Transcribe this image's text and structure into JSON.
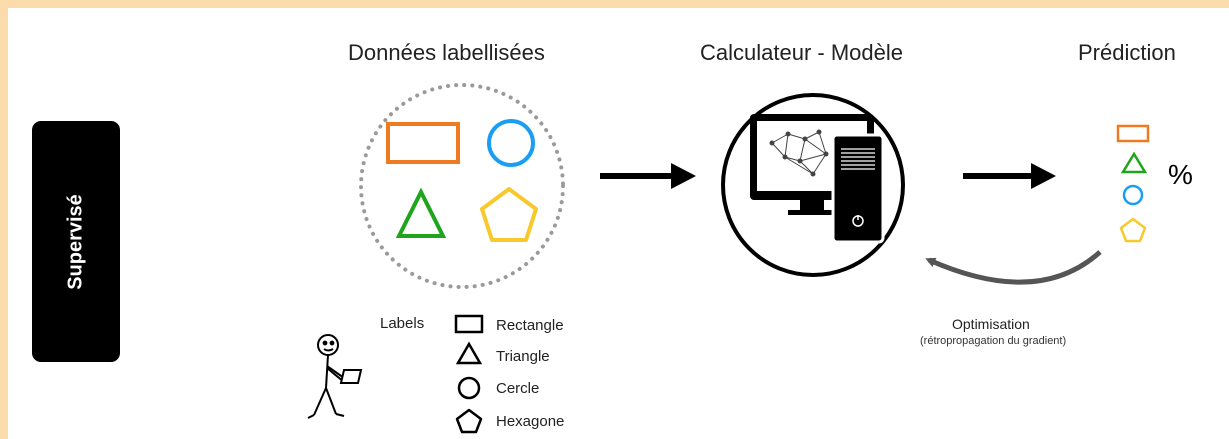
{
  "mode": {
    "label": "Supervisé"
  },
  "sections": {
    "data_title": "Données labellisées",
    "model_title": "Calculateur - Modèle",
    "prediction_title": "Prédiction"
  },
  "legend": {
    "heading": "Labels",
    "items": [
      "Rectangle",
      "Triangle",
      "Cercle",
      "Hexagone"
    ]
  },
  "prediction": {
    "symbol": "%"
  },
  "optimisation": {
    "label": "Optimisation",
    "sublabel": "(rétropropagation du gradient)"
  },
  "colors": {
    "orange": "#ee7b22",
    "blue": "#1a9ef2",
    "green": "#1fa51c",
    "yellow": "#f7c92c",
    "frame_bg": "#fcdcaa"
  }
}
